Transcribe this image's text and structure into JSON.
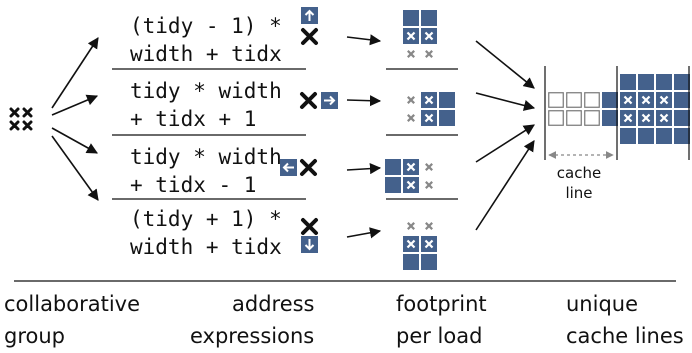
{
  "colors": {
    "fill": "#44618c",
    "ink": "#111111",
    "gray": "#888888"
  },
  "expressions": [
    {
      "line1": "(tidy - 1) *",
      "line2": "width + tidx",
      "dir": "up"
    },
    {
      "line1": "tidy * width",
      "line2": "+ tidx + 1",
      "dir": "right"
    },
    {
      "line1": "tidy * width",
      "line2": "+ tidx - 1",
      "dir": "left"
    },
    {
      "line1": "(tidy + 1) *",
      "line2": "width + tidx",
      "dir": "down"
    }
  ],
  "cache_label": {
    "line1": "cache",
    "line2": "line"
  },
  "captions": [
    {
      "line1": "collaborative",
      "line2": "group"
    },
    {
      "line1": "address",
      "line2": "expressions"
    },
    {
      "line1": "footprint",
      "line2": "per load"
    },
    {
      "line1": "unique",
      "line2": "cache lines"
    }
  ],
  "icons": [
    "group-cross-icon",
    "arrow-up-icon",
    "arrow-right-icon",
    "arrow-left-icon",
    "arrow-down-icon",
    "cross-icon"
  ]
}
